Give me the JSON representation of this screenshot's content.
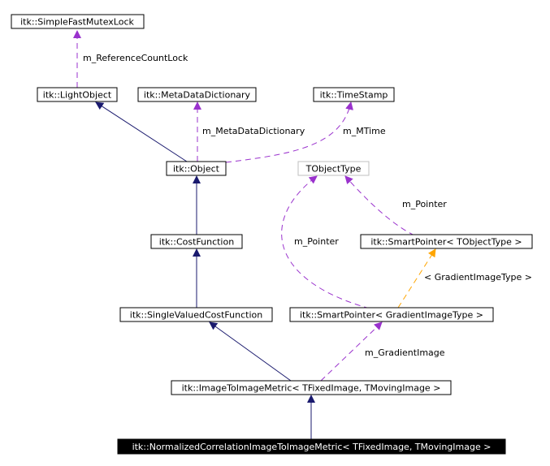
{
  "nodes": {
    "simple_fast_mutex_lock": "itk::SimpleFastMutexLock",
    "light_object": "itk::LightObject",
    "meta_data_dictionary": "itk::MetaDataDictionary",
    "time_stamp": "itk::TimeStamp",
    "object": "itk::Object",
    "t_object_type": "TObjectType",
    "cost_function": "itk::CostFunction",
    "smart_pointer_t": "itk::SmartPointer< TObjectType >",
    "single_valued_cost_function": "itk::SingleValuedCostFunction",
    "smart_pointer_gradient": "itk::SmartPointer< GradientImageType >",
    "image_to_image_metric": "itk::ImageToImageMetric< TFixedImage, TMovingImage >",
    "normalized_correlation": "itk::NormalizedCorrelationImageToImageMetric< TFixedImage, TMovingImage >"
  },
  "edge_labels": {
    "reference_count_lock": "m_ReferenceCountLock",
    "meta_data_dictionary": "m_MetaDataDictionary",
    "m_time": "m_MTime",
    "pointer_right": "m_Pointer",
    "pointer_left": "m_Pointer",
    "gradient_image_type": "< GradientImageType >",
    "gradient_image": "m_GradientImage"
  },
  "colors": {
    "inheritance": "#1a1a6e",
    "usage": "#9a32cd",
    "template": "#ffa500",
    "highlight_fill": "#000000",
    "highlight_text": "#ffffff",
    "undocumented_border": "#bfbfbf"
  }
}
